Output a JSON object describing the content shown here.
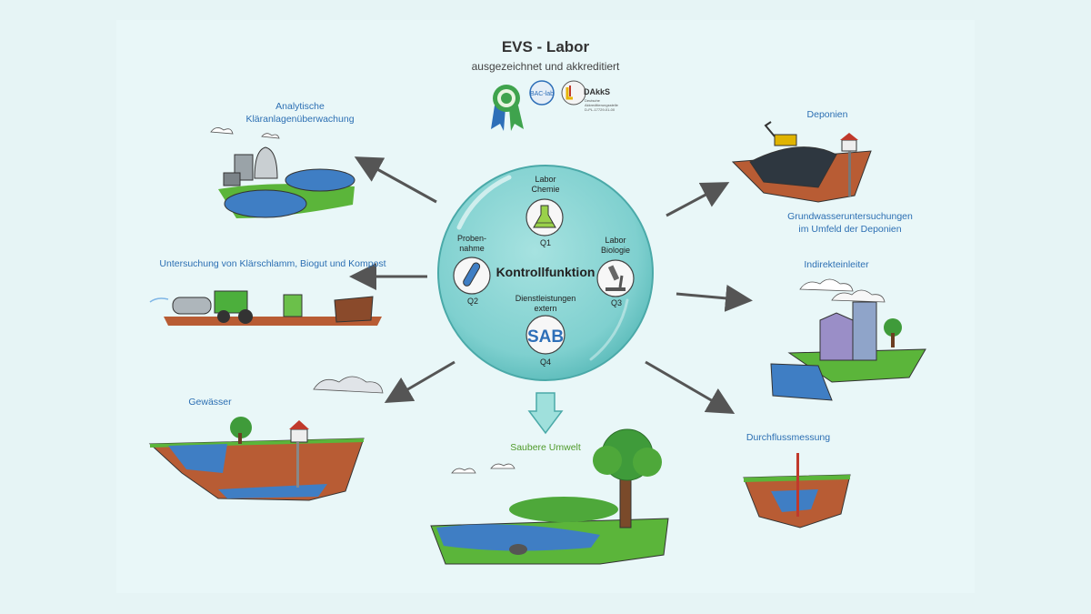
{
  "header": {
    "title": "EVS - Labor",
    "subtitle": "ausgezeichnet und akkreditiert",
    "logos": {
      "baclaba": "BAC-lab",
      "dakks": "DAkkS",
      "dakks_small1": "Deutsche",
      "dakks_small2": "Akkreditierungsstelle",
      "dakks_small3": "D-PL-17729-01-00"
    }
  },
  "center": {
    "title": "Kontrollfunktion",
    "q1": {
      "label": "Labor\nChemie",
      "code": "Q1"
    },
    "q2": {
      "label": "Proben-\nnahme",
      "code": "Q2"
    },
    "q3": {
      "label": "Labor\nBiologie",
      "code": "Q3"
    },
    "q4": {
      "label": "Dienstleistungen\nextern",
      "code": "Q4",
      "badge": "SAB"
    }
  },
  "labels": {
    "analytische": "Analytische\nKläranlagenüberwachung",
    "klaerschlamm": "Untersuchung von Klärschlamm, Biogut und Kompost",
    "gewaesser": "Gewässer",
    "deponien": "Deponien",
    "grundwasser": "Grundwasseruntersuchungen\nim Umfeld der Deponien",
    "indirekt": "Indirekteinleiter",
    "durchfluss": "Durchflussmessung",
    "saubere": "Saubere Umwelt"
  },
  "colors": {
    "label_blue": "#2c6fb3",
    "label_green": "#4f9a2a",
    "bubble": "#7fd0cf",
    "water": "#3f7ec4",
    "soil": "#b85c34",
    "grass": "#5bb53a"
  }
}
